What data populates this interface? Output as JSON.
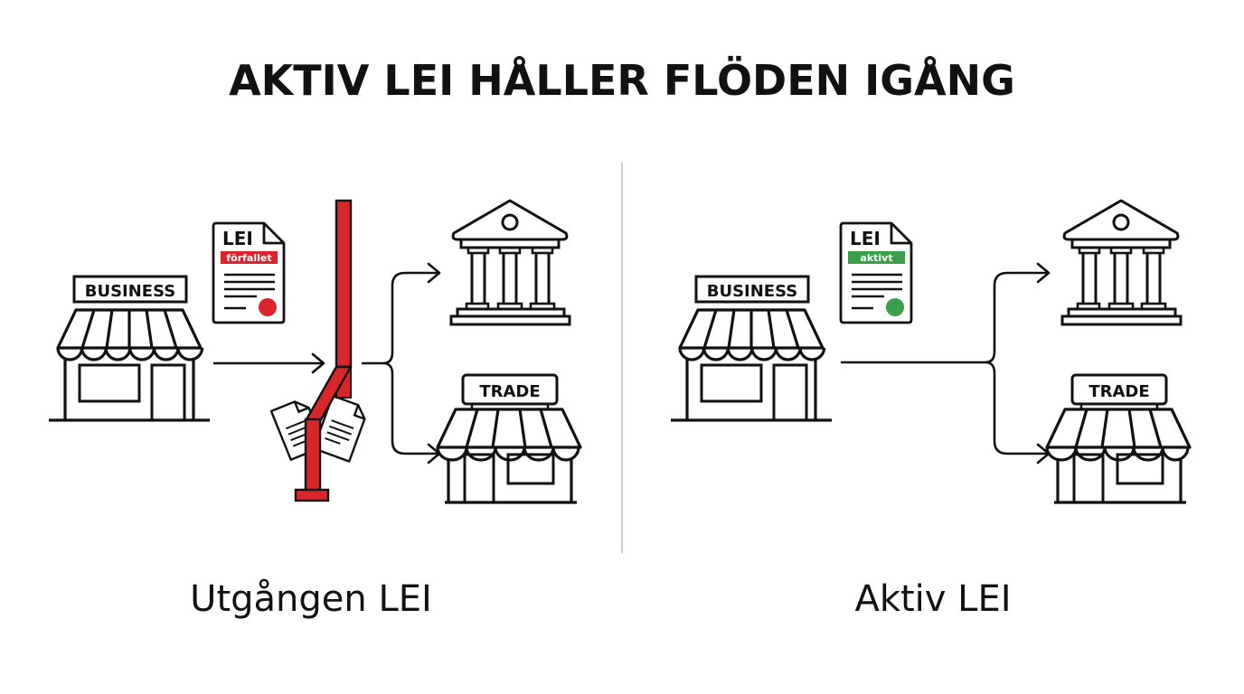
{
  "title": "AKTIV LEI HÅLLER FLÖDEN IGÅNG",
  "colors": {
    "stroke": "#111111",
    "expired_red": "#d9262a",
    "active_green": "#3a9e4a",
    "divider": "#cccccc",
    "background": "#ffffff"
  },
  "left_panel": {
    "caption": "Utgången LEI",
    "business_sign": "BUSINESS",
    "certificate": {
      "heading": "LEI",
      "status": "förfallet",
      "status_color": "#d9262a",
      "seal_color": "#d9262a"
    },
    "barrier": "broken-red-barrier",
    "destinations": [
      {
        "name": "bank",
        "icon": "bank-icon"
      },
      {
        "name": "trade",
        "icon": "storefront-icon",
        "sign": "TRADE"
      }
    ]
  },
  "right_panel": {
    "caption": "Aktiv LEI",
    "business_sign": "BUSINESS",
    "certificate": {
      "heading": "LEI",
      "status": "aktivt",
      "status_color": "#3a9e4a",
      "seal_color": "#3a9e4a"
    },
    "destinations": [
      {
        "name": "bank",
        "icon": "bank-icon"
      },
      {
        "name": "trade",
        "icon": "storefront-icon",
        "sign": "TRADE"
      }
    ]
  }
}
